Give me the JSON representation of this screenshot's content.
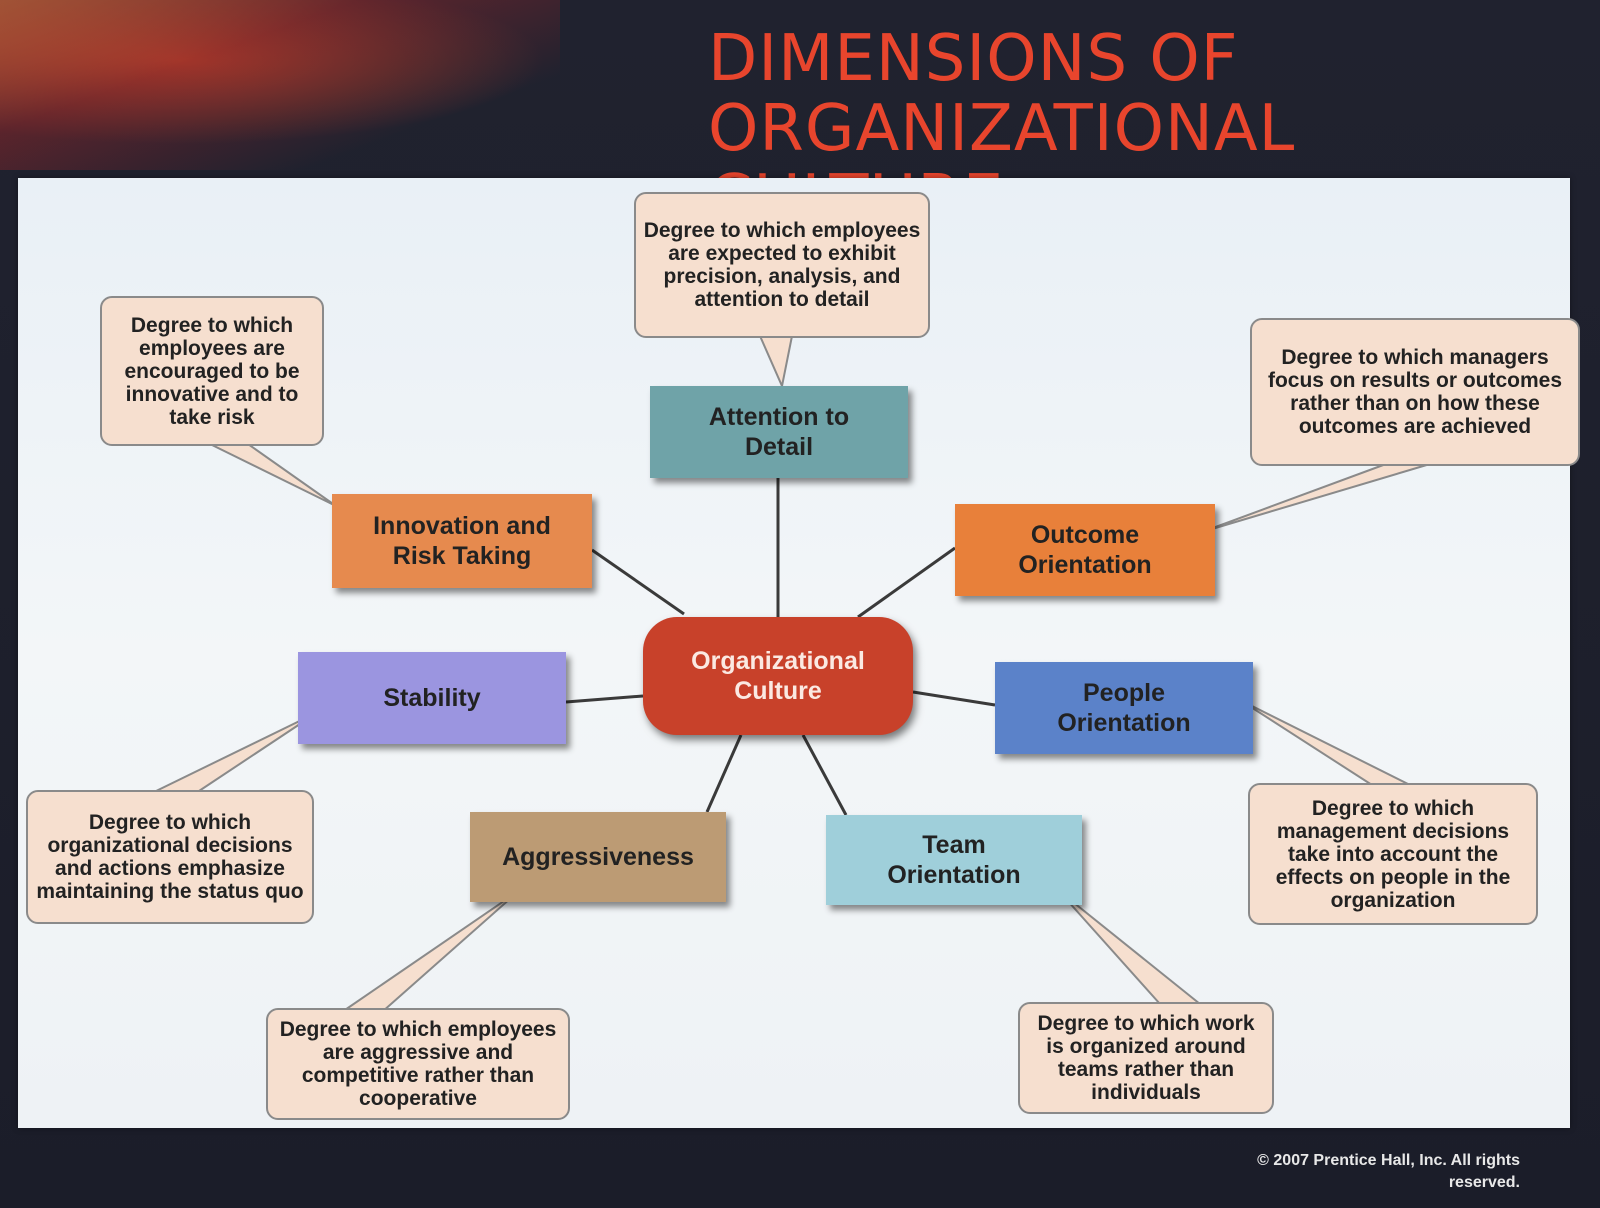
{
  "slide": {
    "title_line1": "DIMENSIONS OF",
    "title_line2": "ORGANIZATIONAL CULTURE",
    "copyright": "© 2007 Prentice Hall, Inc. All rights reserved.",
    "accent_color": "#e8452d"
  },
  "center": {
    "line1": "Organizational",
    "line2": "Culture",
    "color": "#c8412a"
  },
  "dimensions": {
    "attention": {
      "line1": "Attention to",
      "line2": "Detail",
      "color": "#6fa3a8"
    },
    "innovation": {
      "line1": "Innovation and",
      "line2": "Risk Taking",
      "color": "#e68a4e"
    },
    "outcome": {
      "line1": "Outcome",
      "line2": "Orientation",
      "color": "#e8803a"
    },
    "stability": {
      "label": "Stability",
      "color": "#9b95e0"
    },
    "people": {
      "line1": "People",
      "line2": "Orientation",
      "color": "#5b82c9"
    },
    "aggressiveness": {
      "label": "Aggressiveness",
      "color": "#bc9b74"
    },
    "team": {
      "line1": "Team",
      "line2": "Orientation",
      "color": "#9fcfda"
    }
  },
  "callouts": {
    "attention": "Degree to which employees are expected to exhibit precision, analysis, and attention to detail",
    "innovation": "Degree to which employees are encouraged to be innovative and to take risk",
    "outcome": "Degree to which managers focus on results or outcomes rather than on how these outcomes are achieved",
    "stability": "Degree to which organizational decisions and actions emphasize maintaining the status quo",
    "people": "Degree to which management decisions take into account the effects on people in the organization",
    "aggressiveness": "Degree to which employees are aggressive and competitive rather than cooperative",
    "team": "Degree to which work is organized around teams rather than individuals"
  }
}
